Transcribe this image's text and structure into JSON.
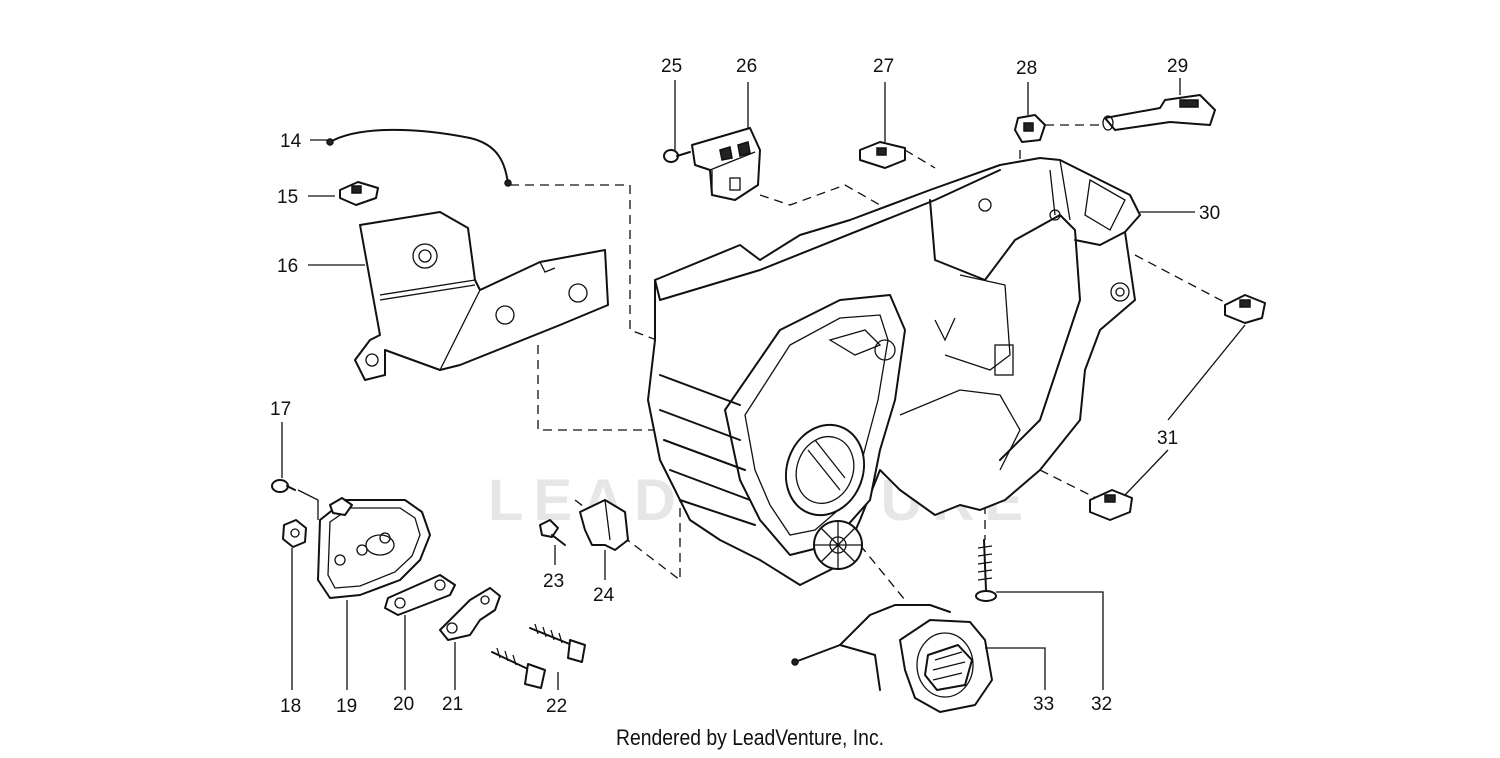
{
  "watermark": "LEADVENTURE",
  "footer": "Rendered by LeadVenture, Inc.",
  "callouts": [
    "14",
    "15",
    "16",
    "17",
    "18",
    "19",
    "20",
    "21",
    "22",
    "23",
    "24",
    "25",
    "26",
    "27",
    "28",
    "29",
    "30",
    "31",
    "32",
    "33"
  ]
}
